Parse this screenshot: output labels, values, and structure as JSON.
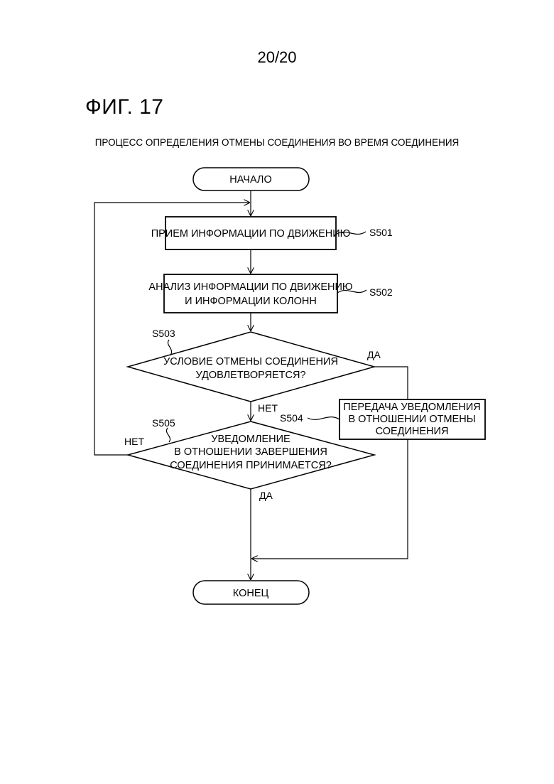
{
  "page": {
    "number": "20/20",
    "figure": "ФИГ. 17",
    "title": "ПРОЦЕСС ОПРЕДЕЛЕНИЯ ОТМЕНЫ СОЕДИНЕНИЯ ВО ВРЕМЯ СОЕДИНЕНИЯ"
  },
  "flow": {
    "start": "НАЧАЛО",
    "end": "КОНЕЦ",
    "s501": {
      "id": "S501",
      "text": "ПРИЕМ ИНФОРМАЦИИ ПО ДВИЖЕНИЮ"
    },
    "s502": {
      "id": "S502",
      "line1": "АНАЛИЗ ИНФОРМАЦИИ ПО ДВИЖЕНИЮ",
      "line2": "И ИНФОРМАЦИИ КОЛОНН"
    },
    "s503": {
      "id": "S503",
      "line1": "УСЛОВИЕ ОТМЕНЫ СОЕДИНЕНИЯ",
      "line2": "УДОВЛЕТВОРЯЕТСЯ?",
      "yes": "ДА",
      "no": "НЕТ"
    },
    "s504": {
      "id": "S504",
      "line1": "ПЕРЕДАЧА УВЕДОМЛЕНИЯ",
      "line2": "В ОТНОШЕНИИ ОТМЕНЫ",
      "line3": "СОЕДИНЕНИЯ"
    },
    "s505": {
      "id": "S505",
      "line1": "УВЕДОМЛЕНИЕ",
      "line2": "В ОТНОШЕНИИ ЗАВЕРШЕНИЯ",
      "line3": "СОЕДИНЕНИЯ ПРИНИМАЕТСЯ?",
      "yes": "ДА",
      "no": "НЕТ"
    }
  }
}
